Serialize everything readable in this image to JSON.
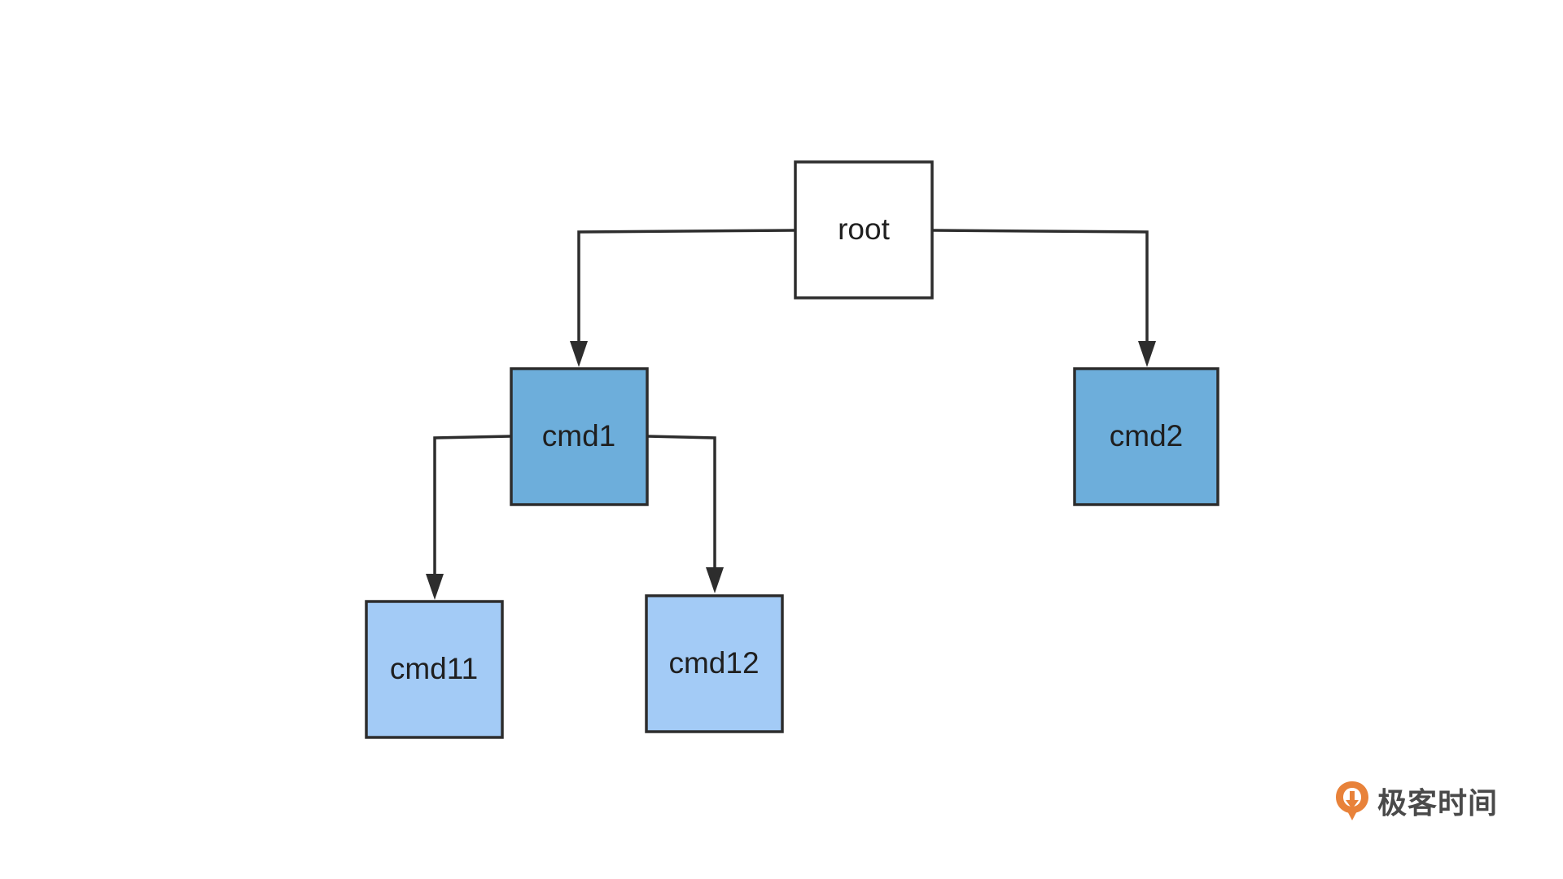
{
  "diagram": {
    "nodes": [
      {
        "id": "root",
        "label": "root",
        "fill": "#ffffff"
      },
      {
        "id": "cmd1",
        "label": "cmd1",
        "fill": "#6daedb"
      },
      {
        "id": "cmd2",
        "label": "cmd2",
        "fill": "#6daedb"
      },
      {
        "id": "cmd11",
        "label": "cmd11",
        "fill": "#a3cbf6"
      },
      {
        "id": "cmd12",
        "label": "cmd12",
        "fill": "#a3cbf6"
      }
    ],
    "edges": [
      {
        "from": "root",
        "to": "cmd1"
      },
      {
        "from": "root",
        "to": "cmd2"
      },
      {
        "from": "cmd1",
        "to": "cmd11"
      },
      {
        "from": "cmd1",
        "to": "cmd12"
      }
    ],
    "colors": {
      "stroke": "#2d2d2d",
      "level1_fill": "#6daedb",
      "level2_fill": "#a3cbf6",
      "root_fill": "#ffffff"
    }
  },
  "watermark": {
    "logo_icon": "geektime-logo-icon",
    "text": "极客时间",
    "logo_color": "#e8823a"
  }
}
